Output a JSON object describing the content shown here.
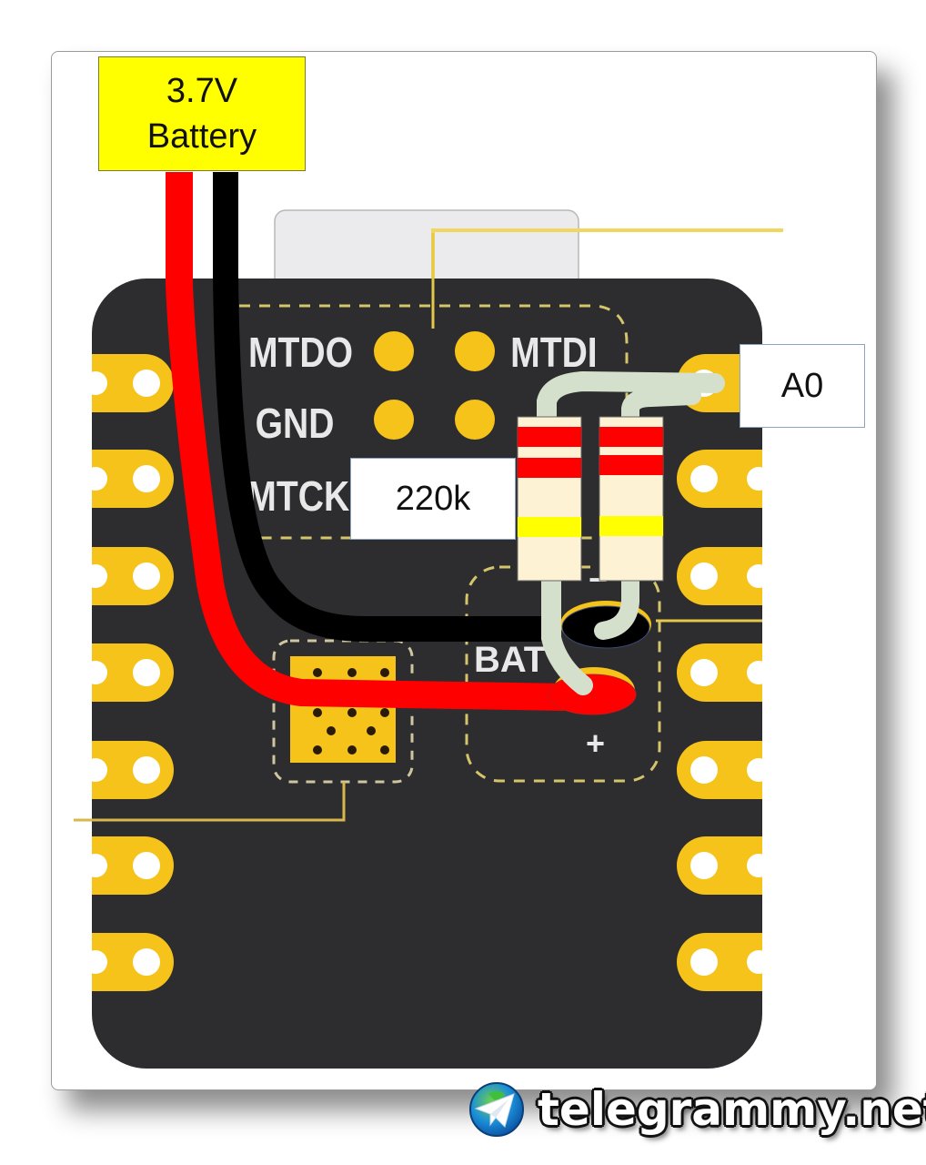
{
  "labels": {
    "battery_line1": "3.7V",
    "battery_line2": "Battery",
    "resistor_value": "220k",
    "analog_pin": "A0"
  },
  "silkscreen": {
    "mtdo": "MTDO",
    "mtdi": "MTDI",
    "gnd": "GND",
    "mtck": "MTCK",
    "bat": "BAT",
    "minus": "−",
    "plus": "+"
  },
  "colors": {
    "board": "#2d2d2f",
    "pad": "#f5c31a",
    "wire_positive": "#ff0000",
    "wire_negative": "#000000",
    "resistor_wire": "#d5e0cc",
    "resistor_body": "#fdf2d3",
    "band_red": "#ff0000",
    "band_yellow": "#ffff00",
    "battery_label_bg": "#ffff00"
  },
  "resistors": [
    {
      "name": "resistor-1",
      "bands": [
        "red",
        "red",
        "yellow"
      ]
    },
    {
      "name": "resistor-2",
      "bands": [
        "red",
        "red",
        "yellow"
      ]
    }
  ],
  "watermark": {
    "text": "telegrammy.net",
    "icon": "telegram-globe-icon"
  }
}
